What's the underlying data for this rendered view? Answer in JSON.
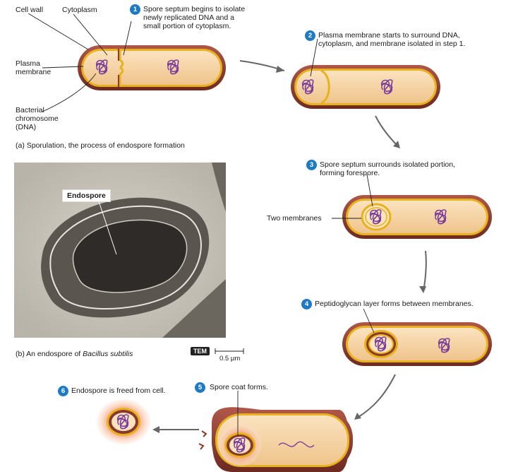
{
  "labels": {
    "cell_wall": "Cell wall",
    "cytoplasm": "Cytoplasm",
    "plasma_membrane_1": "Plasma",
    "plasma_membrane_2": "membrane",
    "chromosome_1": "Bacterial",
    "chromosome_2": "chromosome",
    "chromosome_3": "(DNA)",
    "two_membranes": "Two membranes",
    "endospore": "Endospore"
  },
  "steps": [
    {
      "num": "1",
      "lines": [
        "Spore septum begins to isolate",
        "newly replicated DNA and a",
        "small portion of cytoplasm."
      ]
    },
    {
      "num": "2",
      "lines": [
        "Plasma membrane starts to surround DNA,",
        "cytoplasm, and membrane isolated in step 1."
      ]
    },
    {
      "num": "3",
      "lines": [
        "Spore septum surrounds isolated portion,",
        "forming forespore."
      ]
    },
    {
      "num": "4",
      "lines": [
        "Peptidoglycan layer forms between membranes."
      ]
    },
    {
      "num": "5",
      "lines": [
        "Spore coat forms."
      ]
    },
    {
      "num": "6",
      "lines": [
        "Endospore is freed from cell."
      ]
    }
  ],
  "captions": {
    "a": "(a) Sporulation, the process of endospore formation",
    "b_prefix": "(b) An endospore of ",
    "b_species": "Bacillus subtilis"
  },
  "micrograph": {
    "tem": "TEM",
    "scale": "0.5 μm"
  },
  "colors": {
    "cell_wall": "#8a3a2c",
    "membrane": "#e7b21c",
    "cytoplasm": "#f5d4a4",
    "dna": "#7a3d9c",
    "badge": "#1f7ac4",
    "arrow": "#666666"
  }
}
